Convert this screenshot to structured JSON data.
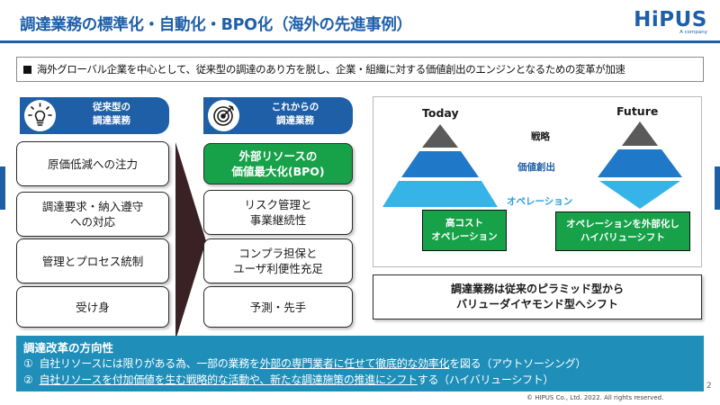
{
  "header": {
    "title": "調達業務の標準化・自動化・BPO化（海外の先進事例）",
    "logo_text": "HiPUS",
    "logo_sub": "A           company"
  },
  "lead": {
    "text": "海外グローバル企業を中心として、従来型の調達のあり方を脱し、企業・組織に対する価値創出のエンジンとなるための変革が加速"
  },
  "left_column": {
    "header_line1": "従来型の",
    "header_line2": "調達業務",
    "items": [
      {
        "line1": "原価低減への注力",
        "line2": ""
      },
      {
        "line1": "調達要求・納入遵守",
        "line2": "への対応"
      },
      {
        "line1": "管理とプロセス統制",
        "line2": ""
      },
      {
        "line1": "受け身",
        "line2": ""
      }
    ]
  },
  "right_column": {
    "header_line1": "これからの",
    "header_line2": "調達業務",
    "items": [
      {
        "line1": "外部リソースの",
        "line2": "価値最大化(BPO)"
      },
      {
        "line1": "リスク管理と",
        "line2": "事業継続性"
      },
      {
        "line1": "コンプラ担保と",
        "line2": "ユーザ利便性充足"
      },
      {
        "line1": "予測・先手",
        "line2": ""
      }
    ]
  },
  "diagram": {
    "today_label": "Today",
    "future_label": "Future",
    "layer_strategy": "戦略",
    "layer_value": "価値創出",
    "layer_operation": "オペレーション",
    "today_box_line1": "高コスト",
    "today_box_line2": "オペレーション",
    "future_box_line1": "オペレーションを外部化し",
    "future_box_line2": "ハイバリューシフト",
    "colors": {
      "top": "#5a5a5a",
      "middle": "#1f78c8",
      "bottom": "#36b4e8",
      "value_text": "#1f5fa8",
      "operation_text": "#2a9fe0"
    }
  },
  "summary": {
    "line1": "調達業務は従来のピラミッド型から",
    "line2": "バリューダイヤモンド型へシフト"
  },
  "bottom": {
    "title": "調達改革の方向性",
    "line1_num": "①",
    "line1_a": "自社リソースには限りがある為、一部の業務を",
    "line1_u": "外部の専門業者に任せて徹底的な効率化",
    "line1_b": "を図る（アウトソーシング）",
    "line2_num": "②",
    "line2_u": "自社リソースを付加価値を生む戦略的な活動や、新たな調達施策の推進にシフト",
    "line2_b": "する（ハイバリューシフト）"
  },
  "footer": {
    "copyright": "© HIPUS Co., Ltd. 2022. All rights reserved.",
    "page_number": "2"
  },
  "icons": {
    "old_header_icon": "lightbulb-icon",
    "new_header_icon": "target-icon"
  },
  "theme": {
    "primary": "#1f5fa8",
    "green": "#17a24a",
    "bottom_band": "#1f8fba"
  }
}
